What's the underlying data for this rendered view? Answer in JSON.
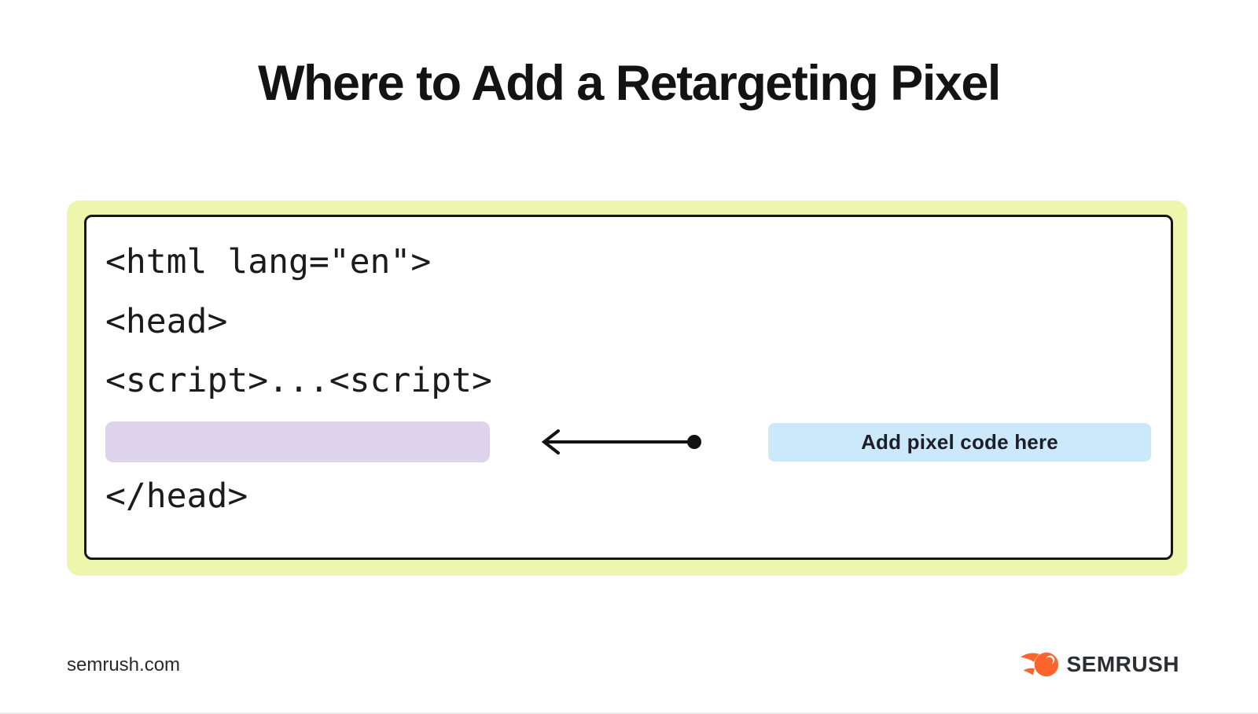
{
  "title": "Where to Add a Retargeting Pixel",
  "code_block": {
    "lines": [
      "<html lang=\"en\">",
      "<head>",
      "<script>...<script>",
      "</head>"
    ]
  },
  "callout": {
    "label": "Add pixel code here"
  },
  "icons": {
    "arrow": "arrow-left-icon",
    "brand_flame": "semrush-flame-icon"
  },
  "footer": {
    "site": "semrush.com",
    "brand": "SEMRUSH"
  },
  "colors": {
    "frame_green": "#ecf7ad",
    "placeholder_purple": "#ddd3ea",
    "callout_blue": "#cbe9fb",
    "brand_orange": "#ff642d",
    "ink": "#161616"
  }
}
